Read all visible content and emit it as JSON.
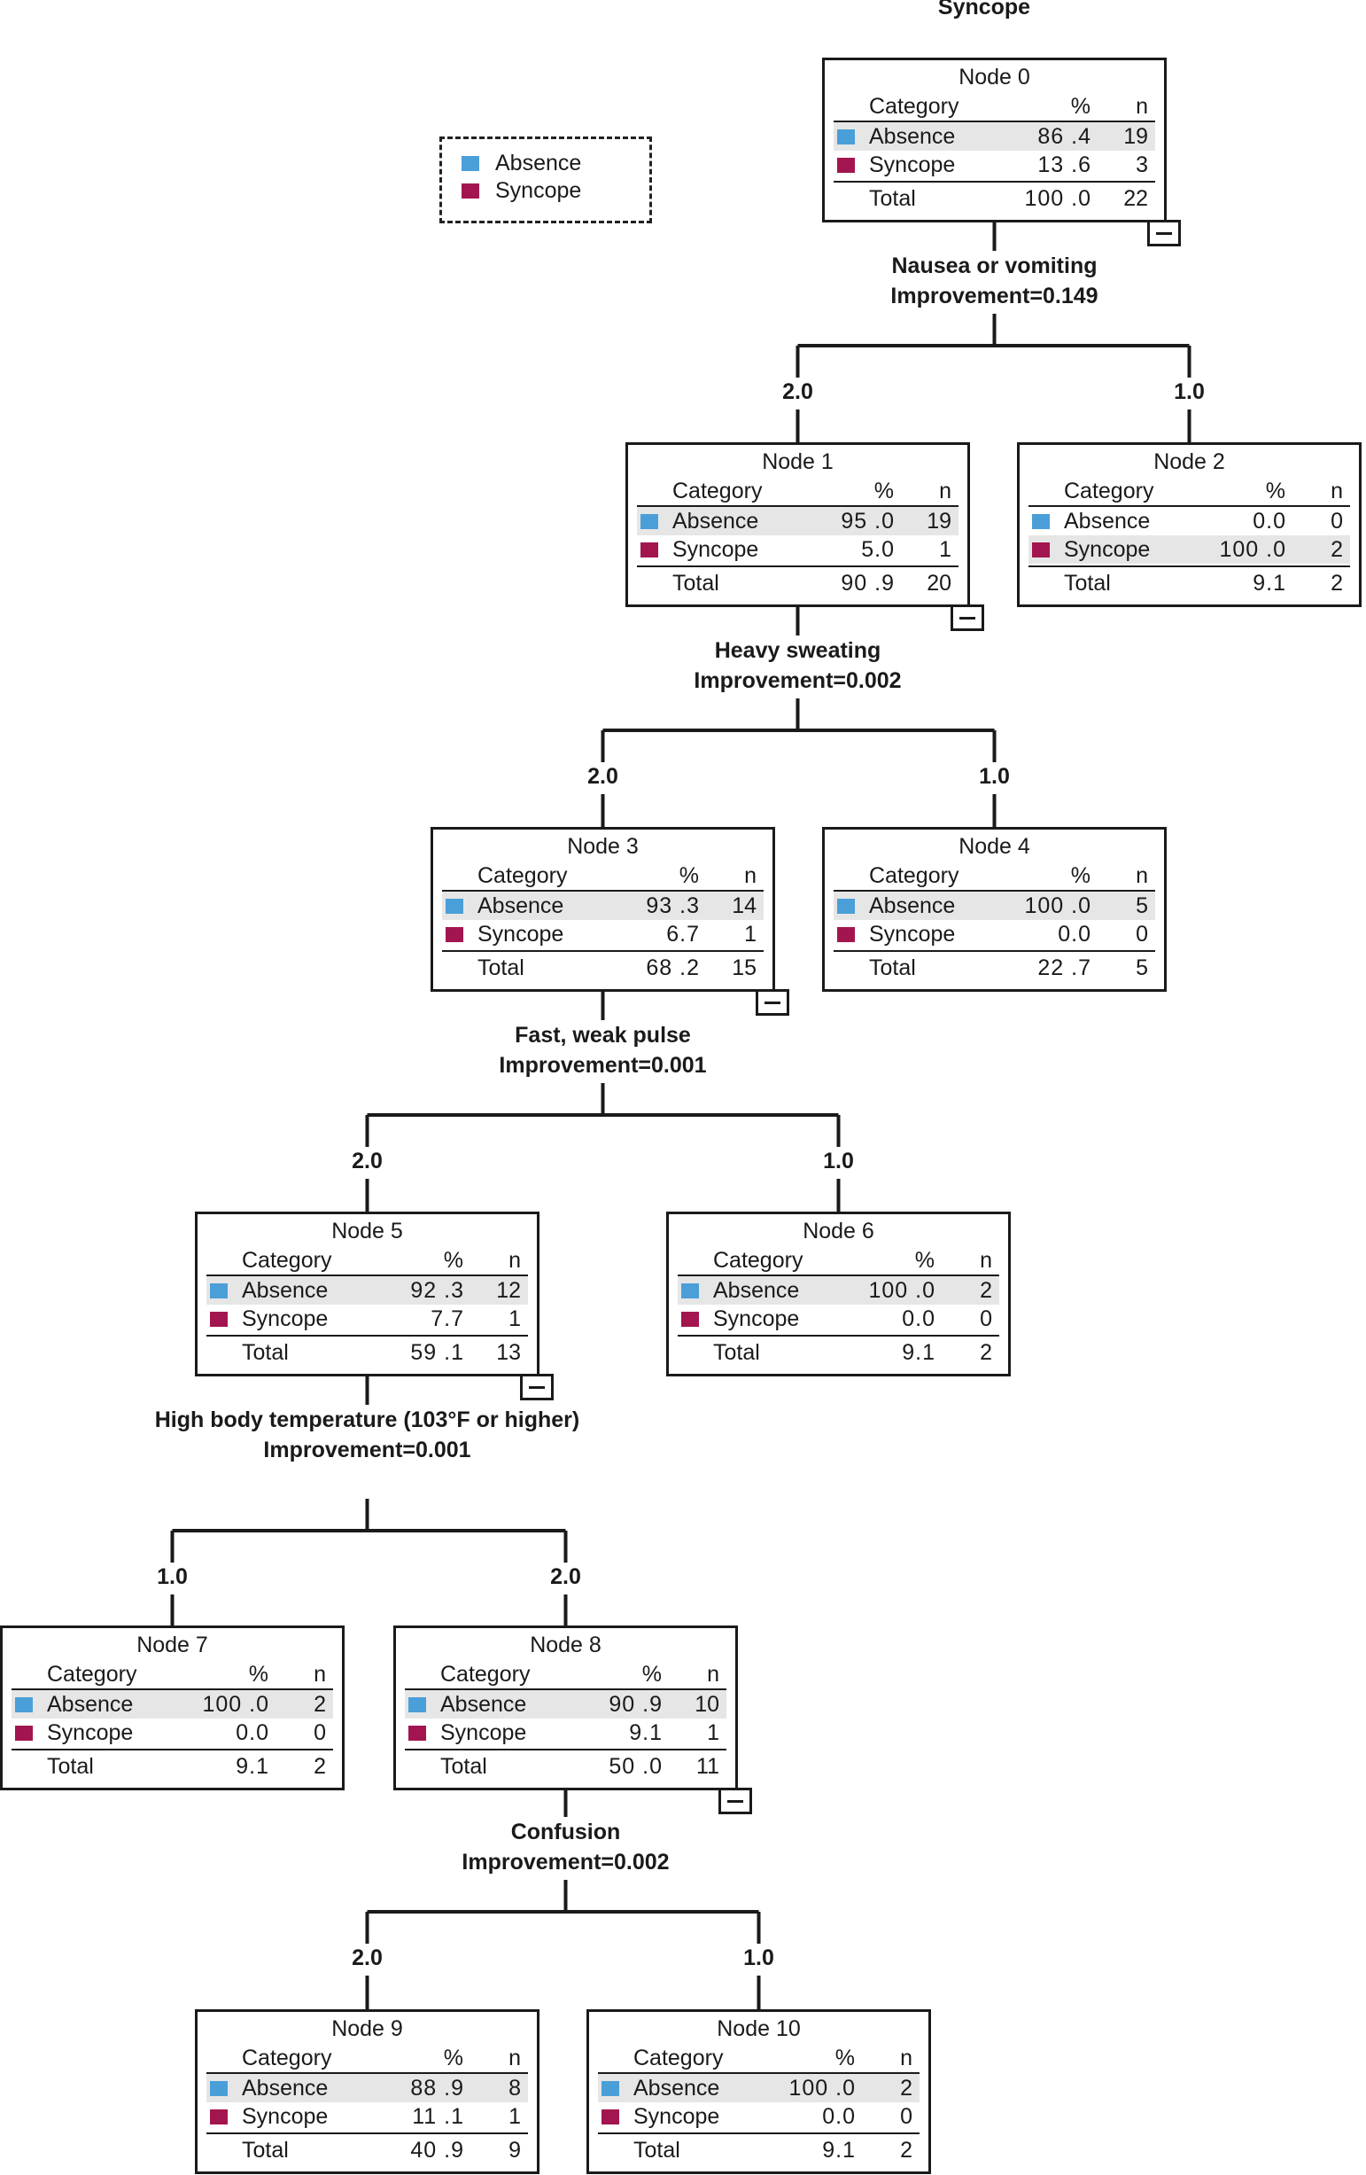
{
  "title": "Syncope",
  "legend": [
    {
      "label": "Absence",
      "color": "#4a9fd8"
    },
    {
      "label": "Syncope",
      "color": "#a3154f"
    }
  ],
  "columns": {
    "category": "Category",
    "pct": "%",
    "n": "n",
    "total": "Total"
  },
  "nodes": [
    {
      "id": "Node 0",
      "absence_pct": "86 .4",
      "absence_n": "19",
      "syncope_pct": "13 .6",
      "syncope_n": "3",
      "total_pct": "100 .0",
      "total_n": "22",
      "shaded": "absence"
    },
    {
      "id": "Node 1",
      "absence_pct": "95 .0",
      "absence_n": "19",
      "syncope_pct": "5.0",
      "syncope_n": "1",
      "total_pct": "90 .9",
      "total_n": "20",
      "shaded": "absence"
    },
    {
      "id": "Node 2",
      "absence_pct": "0.0",
      "absence_n": "0",
      "syncope_pct": "100 .0",
      "syncope_n": "2",
      "total_pct": "9.1",
      "total_n": "2",
      "shaded": "syncope"
    },
    {
      "id": "Node 3",
      "absence_pct": "93 .3",
      "absence_n": "14",
      "syncope_pct": "6.7",
      "syncope_n": "1",
      "total_pct": "68 .2",
      "total_n": "15",
      "shaded": "absence"
    },
    {
      "id": "Node 4",
      "absence_pct": "100 .0",
      "absence_n": "5",
      "syncope_pct": "0.0",
      "syncope_n": "0",
      "total_pct": "22 .7",
      "total_n": "5",
      "shaded": "absence"
    },
    {
      "id": "Node 5",
      "absence_pct": "92 .3",
      "absence_n": "12",
      "syncope_pct": "7.7",
      "syncope_n": "1",
      "total_pct": "59 .1",
      "total_n": "13",
      "shaded": "absence"
    },
    {
      "id": "Node 6",
      "absence_pct": "100 .0",
      "absence_n": "2",
      "syncope_pct": "0.0",
      "syncope_n": "0",
      "total_pct": "9.1",
      "total_n": "2",
      "shaded": "absence"
    },
    {
      "id": "Node 7",
      "absence_pct": "100 .0",
      "absence_n": "2",
      "syncope_pct": "0.0",
      "syncope_n": "0",
      "total_pct": "9.1",
      "total_n": "2",
      "shaded": "absence"
    },
    {
      "id": "Node 8",
      "absence_pct": "90 .9",
      "absence_n": "10",
      "syncope_pct": "9.1",
      "syncope_n": "1",
      "total_pct": "50 .0",
      "total_n": "11",
      "shaded": "absence"
    },
    {
      "id": "Node 9",
      "absence_pct": "88 .9",
      "absence_n": "8",
      "syncope_pct": "11 .1",
      "syncope_n": "1",
      "total_pct": "40 .9",
      "total_n": "9",
      "shaded": "absence"
    },
    {
      "id": "Node 10",
      "absence_pct": "100 .0",
      "absence_n": "2",
      "syncope_pct": "0.0",
      "syncope_n": "0",
      "total_pct": "9.1",
      "total_n": "2",
      "shaded": "absence"
    }
  ],
  "splits": [
    {
      "variable": "Nausea or vomiting",
      "improvement": "Improvement=0.149",
      "left_value": "2.0",
      "right_value": "1.0"
    },
    {
      "variable": "Heavy sweating",
      "improvement": "Improvement=0.002",
      "left_value": "2.0",
      "right_value": "1.0"
    },
    {
      "variable": "Fast, weak pulse",
      "improvement": "Improvement=0.001",
      "left_value": "2.0",
      "right_value": "1.0"
    },
    {
      "variable": "High body temperature (103°F or higher)",
      "improvement": "Improvement=0.001",
      "left_value": "1.0",
      "right_value": "2.0"
    },
    {
      "variable": "Confusion",
      "improvement": "Improvement=0.002",
      "left_value": "2.0",
      "right_value": "1.0"
    }
  ]
}
